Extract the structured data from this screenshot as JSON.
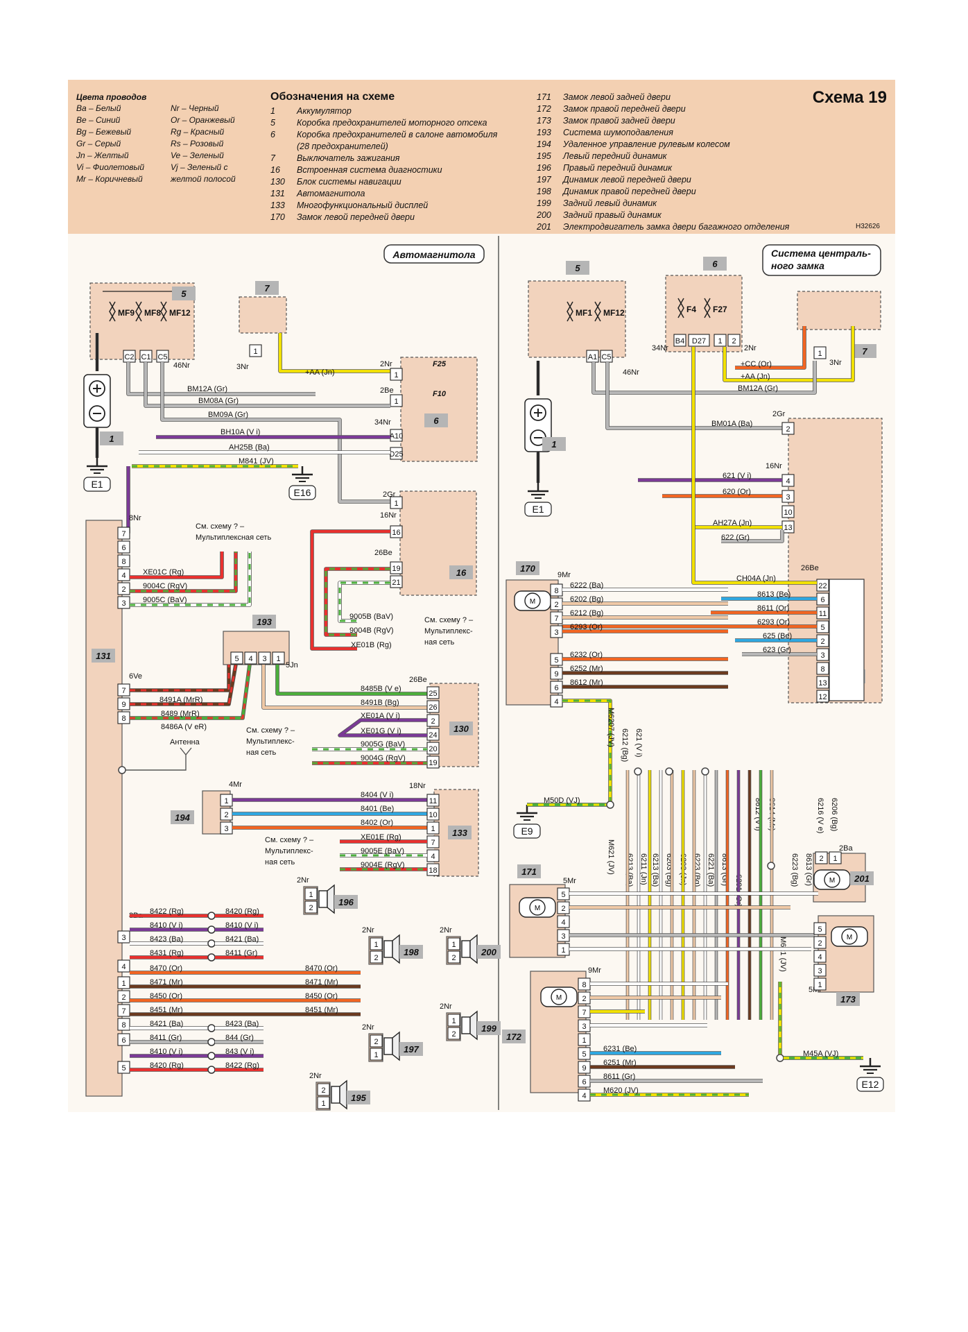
{
  "header": {
    "wire_colors_title": "Цвета проводов",
    "wire_colors_left": [
      "Ba – Белый",
      "Be – Синий",
      "Bg – Бежевый",
      "Gr – Серый",
      "Jn – Желтый",
      "Vi – Фиолетовый",
      "Mr – Коричневый"
    ],
    "wire_colors_right": [
      "Nr – Черный",
      "Or – Оранжевый",
      "Rg – Красный",
      "Rs – Розовый",
      "Ve – Зеленый",
      "Vj – Зеленый с",
      "желтой полосой"
    ],
    "symbols_title": "Обозначения на схеме",
    "symbols_left": [
      {
        "n": "1",
        "t": "Аккумулятор"
      },
      {
        "n": "5",
        "t": "Коробка предохранителей моторного отсека"
      },
      {
        "n": "6",
        "t": "Коробка предохранителей в салоне автомобиля"
      },
      {
        "n": "",
        "t": "(28 предохранителей)"
      },
      {
        "n": "7",
        "t": "Выключатель зажигания"
      },
      {
        "n": "16",
        "t": "Встроенная система диагностики"
      },
      {
        "n": "130",
        "t": "Блок системы навигации"
      },
      {
        "n": "131",
        "t": "Автомагнитола"
      },
      {
        "n": "133",
        "t": "Многофункциональный дисплей"
      },
      {
        "n": "170",
        "t": "Замок левой передней двери"
      }
    ],
    "symbols_right": [
      {
        "n": "171",
        "t": "Замок левой задней двери"
      },
      {
        "n": "172",
        "t": "Замок правой передней двери"
      },
      {
        "n": "173",
        "t": "Замок правой задней двери"
      },
      {
        "n": "193",
        "t": "Система шумоподавления"
      },
      {
        "n": "194",
        "t": "Удаленное управление рулевым колесом"
      },
      {
        "n": "195",
        "t": "Левый передний динамик"
      },
      {
        "n": "196",
        "t": "Правый передний динамик"
      },
      {
        "n": "197",
        "t": "Динамик левой передней двери"
      },
      {
        "n": "198",
        "t": "Динамик правой передней двери"
      },
      {
        "n": "199",
        "t": "Задний левый динамик"
      },
      {
        "n": "200",
        "t": "Задний правый динамик"
      },
      {
        "n": "201",
        "t": "Электродвигатель замка двери багажного отделения"
      }
    ],
    "scheme_title": "Схема 19",
    "image_code": "H32626"
  },
  "sections": {
    "left": "Автомагнитола",
    "right_line1": "Система централь-",
    "right_line2": "ного замка"
  },
  "left": {
    "fuse_box_5": {
      "num": "5",
      "fuses": [
        "MF9",
        "MF8",
        "MF12"
      ],
      "pins": [
        "C2",
        "C1",
        "C5"
      ],
      "ground": "46Nr"
    },
    "ignition_7": {
      "num": "7",
      "pin": "1",
      "wire_in": "3Nr"
    },
    "battery": {
      "num": "1",
      "ground": "E1"
    },
    "fuse_box_6": {
      "num": "6",
      "fuses": [
        "F25",
        "F10"
      ],
      "pins": [
        "1",
        "1",
        "A10",
        "D25"
      ],
      "labels": [
        "2Nr",
        "2Be",
        "34Nr"
      ]
    },
    "wires_top": [
      "+AA (Jn)",
      "BM12A (Gr)",
      "BM08A (Gr)",
      "BM09A (Gr)",
      "BH10A (V i)",
      "AH25B (Ba)",
      "M841 (JV)"
    ],
    "ground_e16": "E16",
    "diag_16": {
      "num": "16",
      "conn1": "2Gr",
      "conn2": "16Nr",
      "conn3": "26Be",
      "pins": [
        "1",
        "16",
        "19",
        "21"
      ]
    },
    "radio_131": {
      "num": "131",
      "conn_top": "8Nr",
      "pins_top": [
        "7",
        "6",
        "8",
        "4",
        "2",
        "3"
      ],
      "conn_mid": "6Ve",
      "pins_mid": [
        "7",
        "9",
        "8"
      ],
      "conn_bot": "8Ba",
      "pins_bot": [
        "3",
        "4",
        "1",
        "2",
        "7",
        "8",
        "6",
        "5"
      ]
    },
    "multiplex_note_1": [
      "См. схему ? –",
      "Мультиплексная сеть"
    ],
    "wires_mux_1": [
      "XE01C (Rg)",
      "9004C (RgV)",
      "9005C (BaV)"
    ],
    "wires_16": [
      "9005B (BaV)",
      "9004B (RgV)",
      "XE01B (Rg)"
    ],
    "multiplex_note_2": [
      "См. схему ? –",
      "Мультиплекс-",
      "ная сеть"
    ],
    "noise_193": {
      "num": "193",
      "pins": [
        "5",
        "4",
        "3",
        "1"
      ],
      "conn": "5Jn"
    },
    "wires_193": [
      "8491A (MrR)",
      "8489 (MrR)",
      "8486A (V eR)",
      "8485B (V e)",
      "8491B (Bg)"
    ],
    "nav_130": {
      "num": "130",
      "conn": "26Be",
      "pins": [
        "25",
        "26",
        "2",
        "24",
        "20",
        "19"
      ]
    },
    "wires_130": [
      "XE01A (V i)",
      "XE01G (V i)",
      "9005G (BaV)",
      "9004G (RgV)"
    ],
    "multiplex_note_3": [
      "См. схему ? –",
      "Мультиплекс-",
      "ная сеть"
    ],
    "antenna": "Антенна",
    "remote_194": {
      "num": "194",
      "conn": "4Mr",
      "pins": [
        "1",
        "2",
        "3"
      ]
    },
    "display_133": {
      "num": "133",
      "conn": "18Nr",
      "pins": [
        "11",
        "10",
        "1",
        "7",
        "4",
        "18"
      ]
    },
    "wires_133": [
      "8404 (V i)",
      "8401 (Be)",
      "8402 (Or)",
      "XE01E (Rg)",
      "9005E (BaV)",
      "9004E (RgV)"
    ],
    "multiplex_note_4": [
      "См. схему ? –",
      "Мультиплекс-",
      "ная сеть"
    ],
    "speaker_wires_left": [
      "8422 (Rg)",
      "8410 (V i)",
      "8423 (Ba)",
      "8431 (Rg)",
      "8470 (Or)",
      "8471 (Mr)",
      "8450 (Or)",
      "8451 (Mr)",
      "8421 (Ba)",
      "8411 (Gr)",
      "8410 (V i)",
      "8420 (Rg)"
    ],
    "speaker_wires_right": [
      "8420 (Rg)",
      "8410 (V i)",
      "8421 (Ba)",
      "8411 (Gr)",
      "8470 (Or)",
      "8471 (Mr)",
      "8450 (Or)",
      "8451 (Mr)",
      "8423 (Ba)",
      "844 (Gr)",
      "843 (V i)",
      "8422 (Rg)"
    ],
    "speakers": [
      {
        "num": "196",
        "conn": "2Nr",
        "pins": [
          "1",
          "2"
        ]
      },
      {
        "num": "198",
        "conn": "2Nr",
        "pins": [
          "1",
          "2"
        ]
      },
      {
        "num": "200",
        "conn": "2Nr",
        "pins": [
          "1",
          "2"
        ]
      },
      {
        "num": "199",
        "conn": "2Nr",
        "pins": [
          "1",
          "2"
        ]
      },
      {
        "num": "197",
        "conn": "2Nr",
        "pins": [
          "2",
          "1"
        ]
      },
      {
        "num": "195",
        "conn": "2Nr",
        "pins": [
          "2",
          "1"
        ]
      }
    ]
  },
  "right": {
    "fuse_box_5": {
      "num": "5",
      "fuses": [
        "MF1",
        "MF12"
      ],
      "pins": [
        "A1",
        "C5"
      ],
      "ground": "46Nr"
    },
    "fuse_box_6": {
      "num": "6",
      "fuses": [
        "F4",
        "F27"
      ],
      "pins": [
        "B4",
        "D27",
        "1",
        "2"
      ],
      "labels": [
        "34Nr",
        "2Nr"
      ]
    },
    "ignition_7": {
      "num": "7",
      "pin": "1",
      "wire_in": "3Nr"
    },
    "battery": {
      "num": "1",
      "ground": "E1"
    },
    "wires_top": [
      "+CC (Or)",
      "+AA (Jn)",
      "BM12A (Gr)",
      "BM01A (Ba)"
    ],
    "diag_16": {
      "num": "16",
      "conn1": "2Gr",
      "conn2": "16Nr",
      "conn3": "26Be",
      "pins_top": [
        "2",
        "4",
        "3",
        "10",
        "13"
      ],
      "pins_bot": [
        "22",
        "6",
        "11",
        "5",
        "2",
        "3",
        "8",
        "13",
        "12"
      ]
    },
    "wires_16": [
      "621 (V i)",
      "620 (Or)",
      "AH27A (Jn)",
      "622 (Gr)",
      "CH04A (Jn)",
      "8613 (Be)",
      "8611 (Or)",
      "6293 (Or)",
      "625 (Be)",
      "623 (Gr)"
    ],
    "lock_170": {
      "num": "170",
      "conn": "9Mr",
      "pins": [
        "8",
        "2",
        "7",
        "3",
        "5",
        "9",
        "6",
        "4"
      ]
    },
    "wires_170": [
      "6222 (Ba)",
      "6202 (Bg)",
      "6212 (Bg)",
      "6293 (Or)",
      "6232 (Or)",
      "6252 (Mr)",
      "8612 (Mr)"
    ],
    "ground_e9": "E9",
    "wire_m50d": "M50D (VJ)",
    "vertical_labels": [
      "M6207 (JV)",
      "6212 (Bg)",
      "621 (V i)",
      "M621 (JV)",
      "6213 (Ba)",
      "6211 (Jn)",
      "6213 (Ba)",
      "6203 (Bg)",
      "6203 (Jn)",
      "6223 (Bg)",
      "6221 (Ba)",
      "8613 (Gr)",
      "6291 (Or)",
      "8612 (V i)",
      "8614 (Mr)",
      "6216 (V e)",
      "6206 (Bg)",
      "6223 (Bg)",
      "8613 (Gr)",
      "M621 (JV)"
    ],
    "motor_201": {
      "num": "201",
      "conn": "2Ba",
      "pins": [
        "2",
        "1"
      ]
    },
    "lock_171": {
      "num": "171",
      "conn": "5Mr",
      "pins": [
        "5",
        "2",
        "4",
        "3",
        "1"
      ]
    },
    "lock_173": {
      "num": "173",
      "conn": "5Mr",
      "pins": [
        "5",
        "2",
        "4",
        "3",
        "1"
      ]
    },
    "lock_172": {
      "num": "172",
      "conn": "9Mr",
      "pins": [
        "8",
        "2",
        "7",
        "3",
        "1",
        "5",
        "9",
        "6",
        "4"
      ]
    },
    "wires_172": [
      "6231 (Be)",
      "6251 (Mr)",
      "8611 (Gr)",
      "M620 (JV)"
    ],
    "wire_m45a": "M45A (VJ)",
    "ground_e12": "E12"
  }
}
